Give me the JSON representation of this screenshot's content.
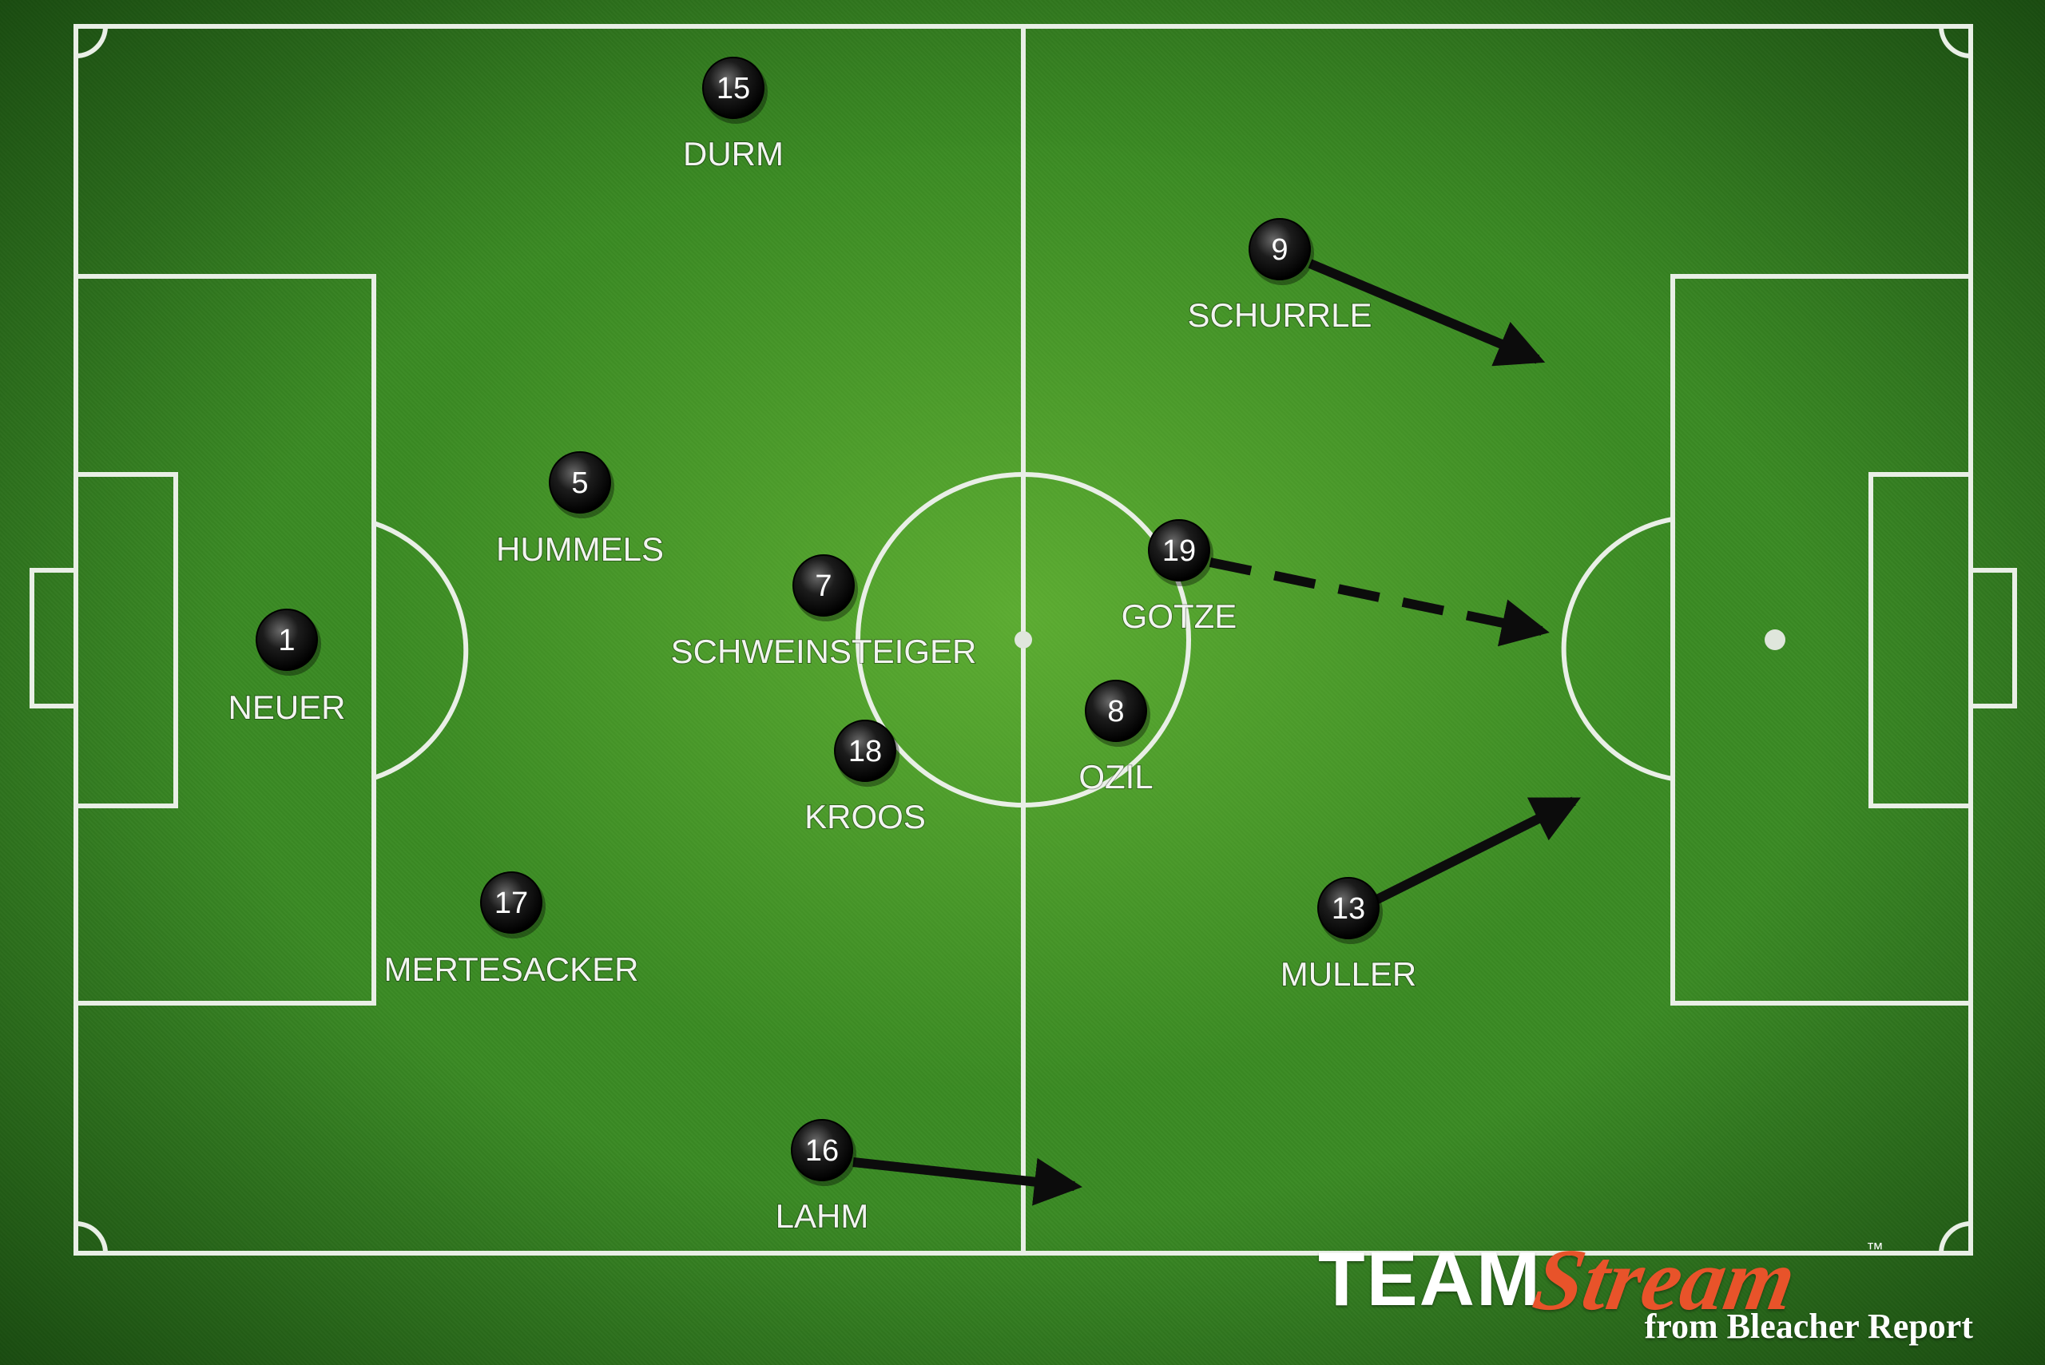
{
  "colors": {
    "pitch": "#3a8a25",
    "lines": "#e9efe6",
    "player_marker": "#111111",
    "arrow": "#0c0c0c",
    "brand_accent": "#e8532a"
  },
  "players": [
    {
      "id": "durm",
      "number": "15",
      "name": "DURM"
    },
    {
      "id": "schurrle",
      "number": "9",
      "name": "SCHURRLE"
    },
    {
      "id": "hummels",
      "number": "5",
      "name": "HUMMELS"
    },
    {
      "id": "schweinsteiger",
      "number": "7",
      "name": "SCHWEINSTEIGER"
    },
    {
      "id": "gotze",
      "number": "19",
      "name": "GOTZE"
    },
    {
      "id": "neuer",
      "number": "1",
      "name": "NEUER"
    },
    {
      "id": "ozil",
      "number": "8",
      "name": "OZIL"
    },
    {
      "id": "kroos",
      "number": "18",
      "name": "KROOS"
    },
    {
      "id": "mertesacker",
      "number": "17",
      "name": "MERTESACKER"
    },
    {
      "id": "muller",
      "number": "13",
      "name": "MULLER"
    },
    {
      "id": "lahm",
      "number": "16",
      "name": "LAHM"
    }
  ],
  "movements": [
    {
      "player": "schurrle",
      "style": "solid"
    },
    {
      "player": "gotze",
      "style": "dashed"
    },
    {
      "player": "muller",
      "style": "solid"
    },
    {
      "player": "lahm",
      "style": "solid"
    }
  ],
  "branding": {
    "team": "TEAM",
    "stream": "Stream",
    "trademark": "™",
    "from": "from Bleacher Report"
  }
}
